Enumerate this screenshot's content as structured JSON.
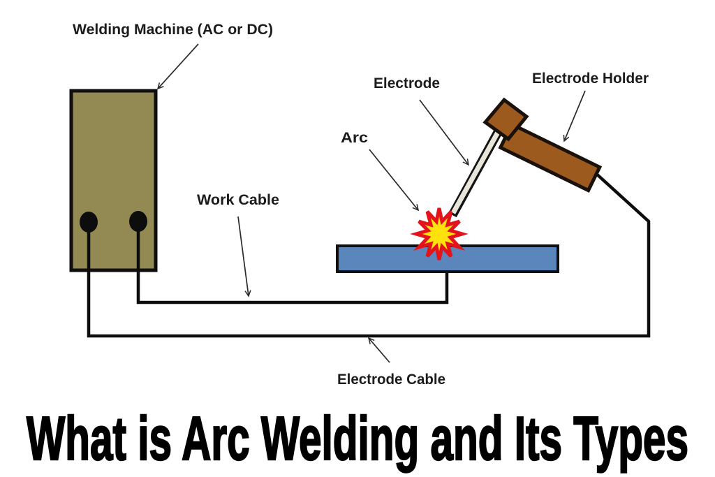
{
  "title": "What is Arc Welding and Its Types",
  "diagram": {
    "labels": {
      "welding_machine": "Welding Machine (AC or DC)",
      "electrode": "Electrode",
      "electrode_holder": "Electrode Holder",
      "arc": "Arc",
      "work_cable": "Work Cable",
      "electrode_cable": "Electrode Cable"
    }
  },
  "colors": {
    "machine_body": "#938A53",
    "workpiece": "#5A86BB",
    "holder": "#9C5A1E",
    "electrode_rod": "#E8E6DA",
    "spark_fill": "#FFE10E",
    "spark_stroke": "#E3131B",
    "line": "#0d0d0d",
    "background": "#FFFFFF"
  }
}
